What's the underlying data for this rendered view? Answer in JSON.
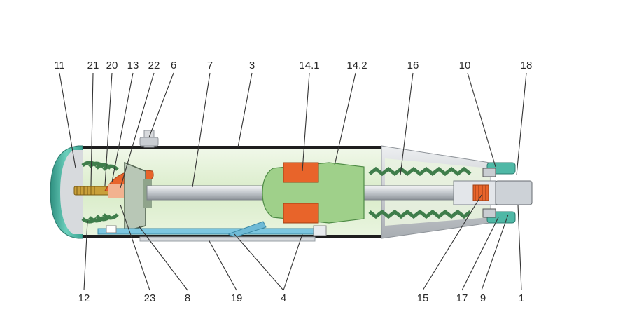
{
  "diagram": {
    "top_labels": [
      {
        "id": "11",
        "text": "11"
      },
      {
        "id": "21",
        "text": "21"
      },
      {
        "id": "20",
        "text": "20"
      },
      {
        "id": "13",
        "text": "13"
      },
      {
        "id": "22",
        "text": "22"
      },
      {
        "id": "6",
        "text": "6"
      },
      {
        "id": "7",
        "text": "7"
      },
      {
        "id": "3",
        "text": "3"
      },
      {
        "id": "14_1",
        "text": "14.1"
      },
      {
        "id": "14_2",
        "text": "14.2"
      },
      {
        "id": "16",
        "text": "16"
      },
      {
        "id": "10",
        "text": "10"
      },
      {
        "id": "18",
        "text": "18"
      }
    ],
    "bottom_labels": [
      {
        "id": "12",
        "text": "12"
      },
      {
        "id": "23",
        "text": "23"
      },
      {
        "id": "8",
        "text": "8"
      },
      {
        "id": "19",
        "text": "19"
      },
      {
        "id": "4",
        "text": "4"
      },
      {
        "id": "15",
        "text": "15"
      },
      {
        "id": "17",
        "text": "17"
      },
      {
        "id": "9",
        "text": "9"
      },
      {
        "id": "1",
        "text": "1"
      }
    ],
    "colors": {
      "housing": "#1e1e1e",
      "interior": "#e3f0d6",
      "green_part": "#9fd08a",
      "spring": "#3f7d4b",
      "orange": "#e8642a",
      "teal": "#4fb8a6",
      "blue_rod": "#7cc6e0",
      "steel": "#c9cdd2",
      "cone": "#d8dbde",
      "leader": "#333333"
    }
  }
}
